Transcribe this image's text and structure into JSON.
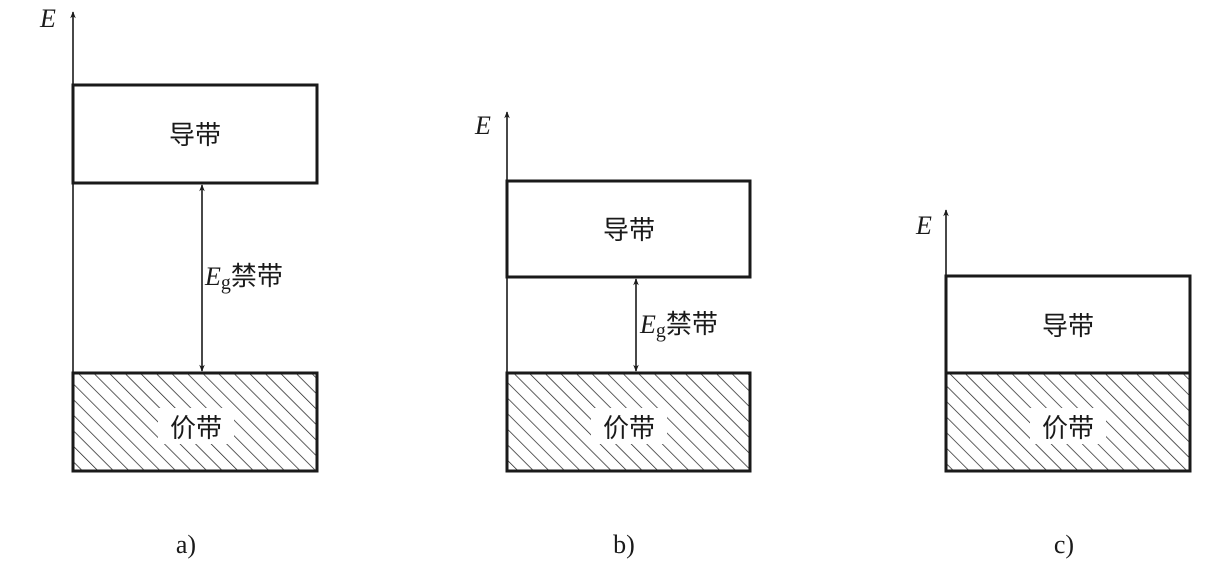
{
  "axis_label": "E",
  "panels": [
    {
      "caption": "a)",
      "conduction_band": "导带",
      "valence_band": "价带",
      "gap_symbol": "E",
      "gap_subscript": "g",
      "gap_label": "禁带"
    },
    {
      "caption": "b)",
      "conduction_band": "导带",
      "valence_band": "价带",
      "gap_symbol": "E",
      "gap_subscript": "g",
      "gap_label": "禁带"
    },
    {
      "caption": "c)",
      "conduction_band": "导带",
      "valence_band": "价带"
    }
  ]
}
